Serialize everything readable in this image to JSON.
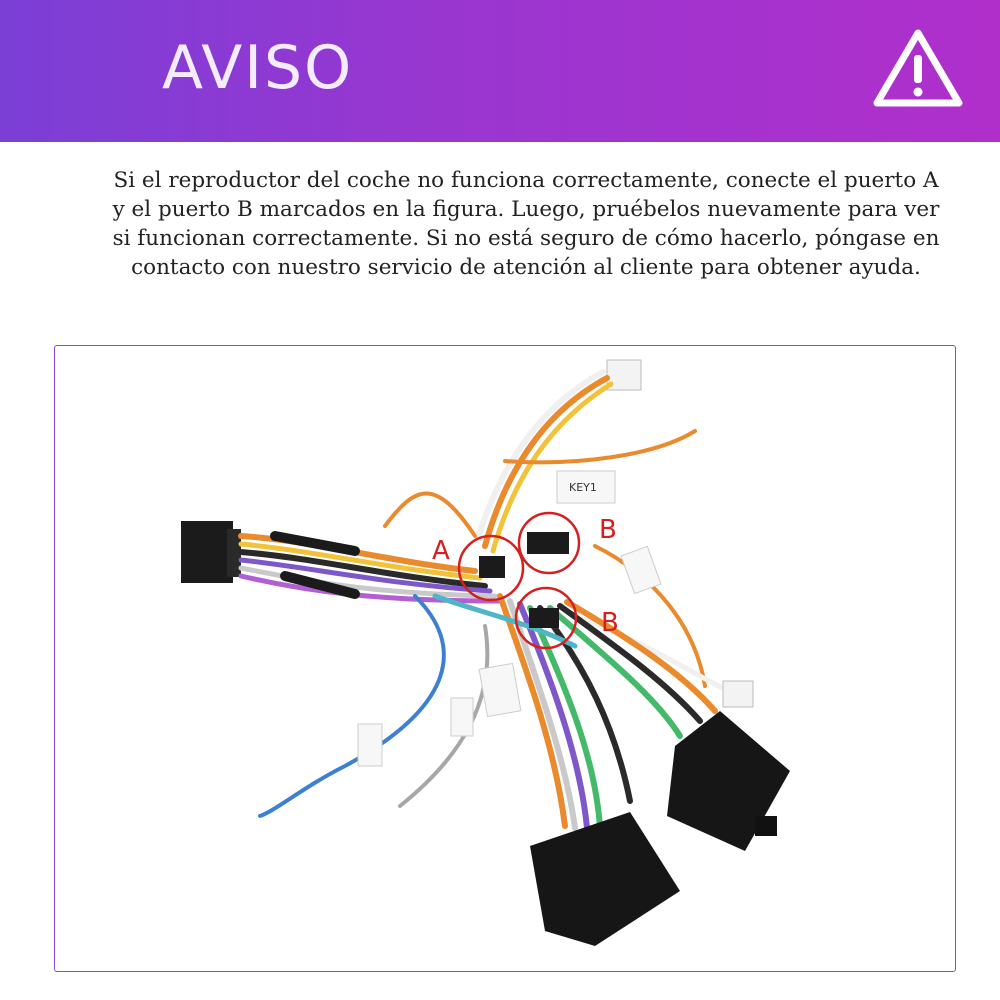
{
  "header": {
    "title": "AVISO",
    "icon": "warning-triangle-icon"
  },
  "message": {
    "lines": [
      "Si el reproductor del coche no funciona correctamente, conecte el puerto A",
      "y el puerto B marcados en la figura. Luego, pruébelos nuevamente para ver",
      "si funcionan correctamente. Si no está seguro de cómo hacerlo, póngase en",
      "contacto con nuestro servicio de atención al cliente para obtener ayuda."
    ]
  },
  "figure": {
    "label_a": "A",
    "label_b_upper": "B",
    "label_b_lower": "B",
    "tag_key": "KEY1",
    "marker_color": "#d32020",
    "frame_color": "#8a48d6"
  },
  "colors": {
    "header_start": "#7b3fd6",
    "header_end": "#b02fcb"
  }
}
